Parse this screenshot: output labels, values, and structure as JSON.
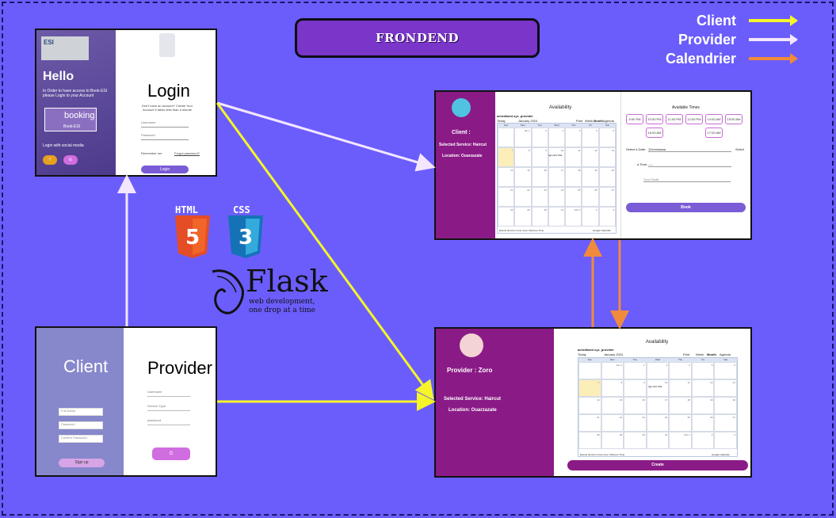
{
  "title": "FRONDEND",
  "legend": [
    {
      "label": "Client",
      "color": "#f5f52a"
    },
    {
      "label": "Provider",
      "color": "#f3e6ff"
    },
    {
      "label": "Calendrier",
      "color": "#f08a3c"
    }
  ],
  "login": {
    "esi_text": "ESI",
    "hello": "Hello",
    "intro": "In Order to have access to Book-ESI please Login to your Account",
    "booking": "booking",
    "booking_sub": "Book-ESI",
    "social": "Login with social media",
    "social_f": "f",
    "social_g": "G",
    "title": "Login",
    "subtitle": "Don't have an account? Create Your Account it takes less than a minute",
    "username_placeholder": "Username",
    "password_placeholder": "Password",
    "remember": "Remember me",
    "forgot": "Forgot password?",
    "button": "Login"
  },
  "signup": {
    "client_title": "Client",
    "provider_title": "Provider",
    "client_fields": [
      "Full Name",
      "Password",
      "Confirm Password"
    ],
    "provider_fields": [
      "Username",
      "Service Type",
      "password"
    ],
    "signup_button": "Sign up",
    "google_button": "G"
  },
  "client_screen": {
    "client_label": "Client :",
    "service": "Selected Service: Haircut",
    "location": "Location: Ouarzazate",
    "availability_title": "Availability",
    "calendar_owner": "achrafsani.xyz_provider",
    "month": "January 2024",
    "view_buttons": [
      "Print",
      "Week",
      "Month",
      "Agenda"
    ],
    "today_button": "Today",
    "weekdays": [
      "Sun",
      "Mon",
      "Tue",
      "Wed",
      "Thu",
      "Fri",
      "Sat"
    ],
    "event_label": "fgpnrstd Villa",
    "timezone_note": "Events shown in time zone: Morocco Time",
    "gcal_note": "Google Calendar",
    "available_times_title": "Available Times",
    "times": [
      "9:00 PM",
      "10:00 PM",
      "11:00 PM",
      "12:00 PM",
      "14:00 AM",
      "15:00 AM",
      "16:00 AM",
      "17:00 AM"
    ],
    "select_date_label": "Select a Date:",
    "date_value": "11/mm/aaaa",
    "select_label": "Select",
    "time_label": "a Time:",
    "time_value": "--:--",
    "email_placeholder": "Your Email",
    "book_button": "Book"
  },
  "provider_screen": {
    "provider_label": "Provider : Zoro",
    "service": "Selected Service: Haircut",
    "location": "Location: Ouarzazate",
    "availability_title": "Availability",
    "calendar_owner": "achrafsani.xyz_provider",
    "month": "January 2024",
    "view_buttons": [
      "Print",
      "Week",
      "Month",
      "Agenda"
    ],
    "today_button": "Today",
    "weekdays": [
      "Sun",
      "Mon",
      "Tue",
      "Wed",
      "Thu",
      "Fri",
      "Sat"
    ],
    "event_label": "fgpnrstd Villa",
    "timezone_note": "Events shown in time zone: Morocco Time",
    "gcal_note": "Google Calendar",
    "create_button": "Create"
  },
  "tech": {
    "html_label": "HTML",
    "html_number": "5",
    "css_label": "CSS",
    "css_number": "3",
    "flask_name": "Flask",
    "flask_tagline_1": "web development,",
    "flask_tagline_2": "one drop at a time"
  },
  "calendar_days": [
    "",
    "Jan 1",
    "2",
    "3",
    "4",
    "5",
    "6",
    "7",
    "8",
    "9",
    "10",
    "11",
    "12",
    "13",
    "14",
    "15",
    "16",
    "17",
    "18",
    "19",
    "20",
    "21",
    "22",
    "23",
    "24",
    "25",
    "26",
    "27",
    "28",
    "29",
    "30",
    "31",
    "Feb 1",
    "2",
    "3"
  ],
  "colors": {
    "background": "#6b5dfc",
    "client_arrow": "#f5f52a",
    "provider_arrow": "#f3e6ff",
    "calendar_arrow": "#f08a3c",
    "sidebar_purple": "#8a1b86",
    "title_box": "#7a35c9"
  }
}
